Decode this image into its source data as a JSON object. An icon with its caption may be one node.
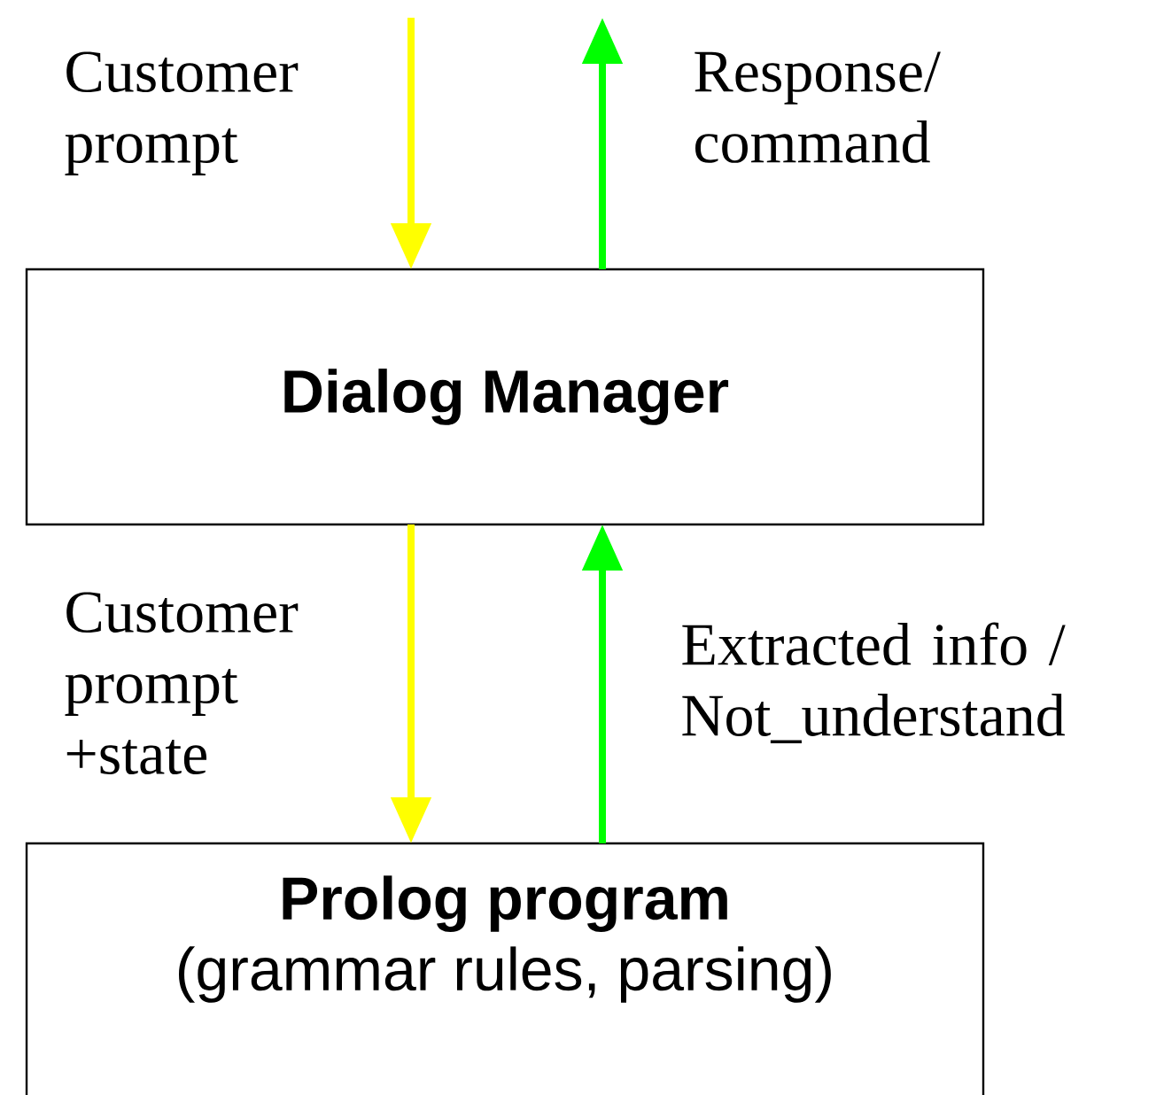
{
  "diagram": {
    "nodes": [
      {
        "text": [
          "Dialog Manager"
        ]
      },
      {
        "text": [
          "Prolog program",
          "(grammar rules, parsing)"
        ]
      }
    ],
    "edges": [
      {
        "from": null,
        "to": 0,
        "arrow": "to",
        "label": "Customer prompt",
        "color": "#ffff00"
      },
      {
        "from": 0,
        "to": null,
        "arrow": "to",
        "label": "Response/ command",
        "color": "#00ff00"
      },
      {
        "from": 0,
        "to": 1,
        "arrow": "to",
        "label": "Customer prompt +state",
        "color": "#ffff00"
      },
      {
        "from": 1,
        "to": 0,
        "arrow": "to",
        "label": "Extracted info / Not_understand",
        "color": "#00ff00"
      }
    ]
  }
}
